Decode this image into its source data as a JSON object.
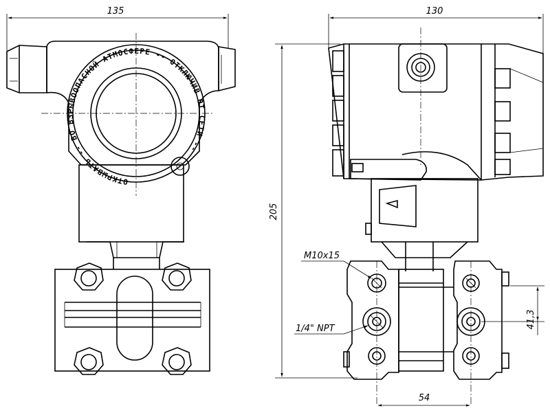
{
  "dimensions": {
    "front_width": "135",
    "side_width": "130",
    "height": "205",
    "flange_offset": "41,3",
    "port_spacing": "54"
  },
  "callouts": {
    "thread_m10": "M10x15",
    "thread_npt": "1/4\" NPT"
  },
  "cover_inscription": "ОТКРЫВАТЬ -- ВО ВЗРЫВООПАСНОЙ АТМОСФЕРЕ -- ОТКЛЮЧИВ ОТ СЕТИ --"
}
